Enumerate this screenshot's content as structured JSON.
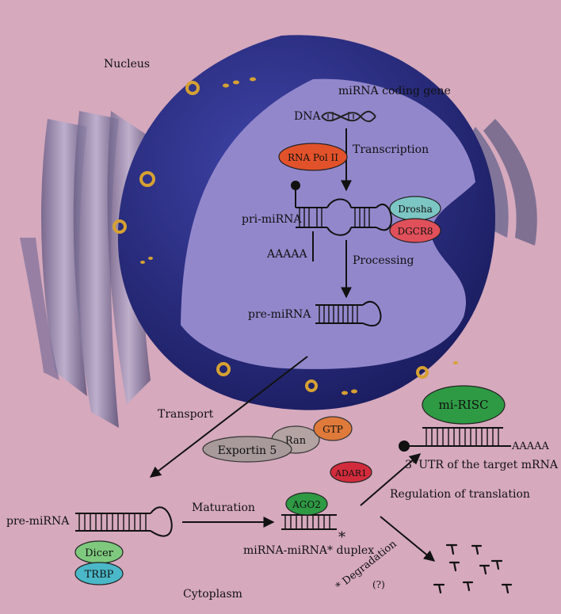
{
  "labels": {
    "nucleus": "Nucleus",
    "mirna_coding_gene": "miRNA coding gene",
    "dna": "DNA",
    "transcription": "Transcription",
    "pri_mirna": "pri-miRNA",
    "aaaaa_pri": "AAAAA",
    "processing": "Processing",
    "pre_mirna_nucleus": "pre-miRNA",
    "transport": "Transport",
    "pre_mirna_cytoplasm": "pre-miRNA",
    "maturation": "Maturation",
    "duplex": "miRNA-miRNA* duplex",
    "star": "*",
    "degradation": "* Degradation",
    "question": "(?)",
    "cytoplasm": "Cytoplasm",
    "utr": "3' UTR of the target mRNA",
    "aaaaa_mrna": "AAAAA",
    "regulation": "Regulation of translation"
  },
  "proteins": {
    "rna_pol_ii": "RNA Pol II",
    "drosha": "Drosha",
    "dgcr8": "DGCR8",
    "exportin5": "Exportin 5",
    "ran": "Ran",
    "gtp": "GTP",
    "adar1": "ADAR1",
    "ago2": "AGO2",
    "mi_risc": "mi-RISC",
    "dicer": "Dicer",
    "trbp": "TRBP"
  },
  "colors": {
    "background": "#d6a9bd",
    "nucleus_shell": "#2c2f86",
    "nucleus_interior": "#9387cc",
    "rna_pol_ii": "#e2522a",
    "drosha": "#7cc6c4",
    "dgcr8": "#e0505a",
    "exportin5": "#a89a9a",
    "ran": "#b3a3a3",
    "gtp": "#e07a3a",
    "adar1": "#d22c3c",
    "ago2": "#2e9a44",
    "mi_risc": "#2e9a44",
    "dicer": "#7ec97e",
    "trbp": "#4ab8c8"
  }
}
